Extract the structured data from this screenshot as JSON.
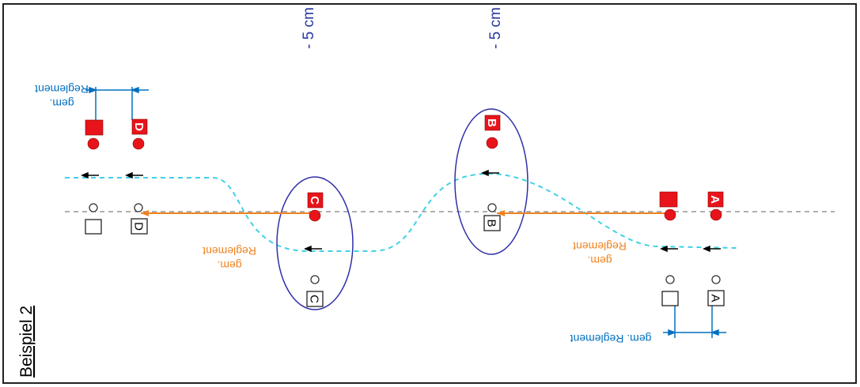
{
  "title": "Beispiel 2",
  "offset_labels": [
    "- 5 cm",
    "- 5 cm"
  ],
  "annotations": {
    "top_left_blue": [
      "gem.",
      "Reglement"
    ],
    "bottom_right_blue": "gem. Reglement",
    "left_orange": [
      "gem.",
      "Reglement"
    ],
    "right_orange": [
      "gem.",
      "Reglement"
    ]
  },
  "markers": {
    "A": "A",
    "B": "B",
    "C": "C",
    "D": "D"
  },
  "colors": {
    "red": "#e8141b",
    "blue": "#0070c0",
    "orange": "#f0821e",
    "cyan": "#3fd1e6",
    "ellipse": "#3030a8",
    "dashed_axis": "#7f7f7f"
  }
}
